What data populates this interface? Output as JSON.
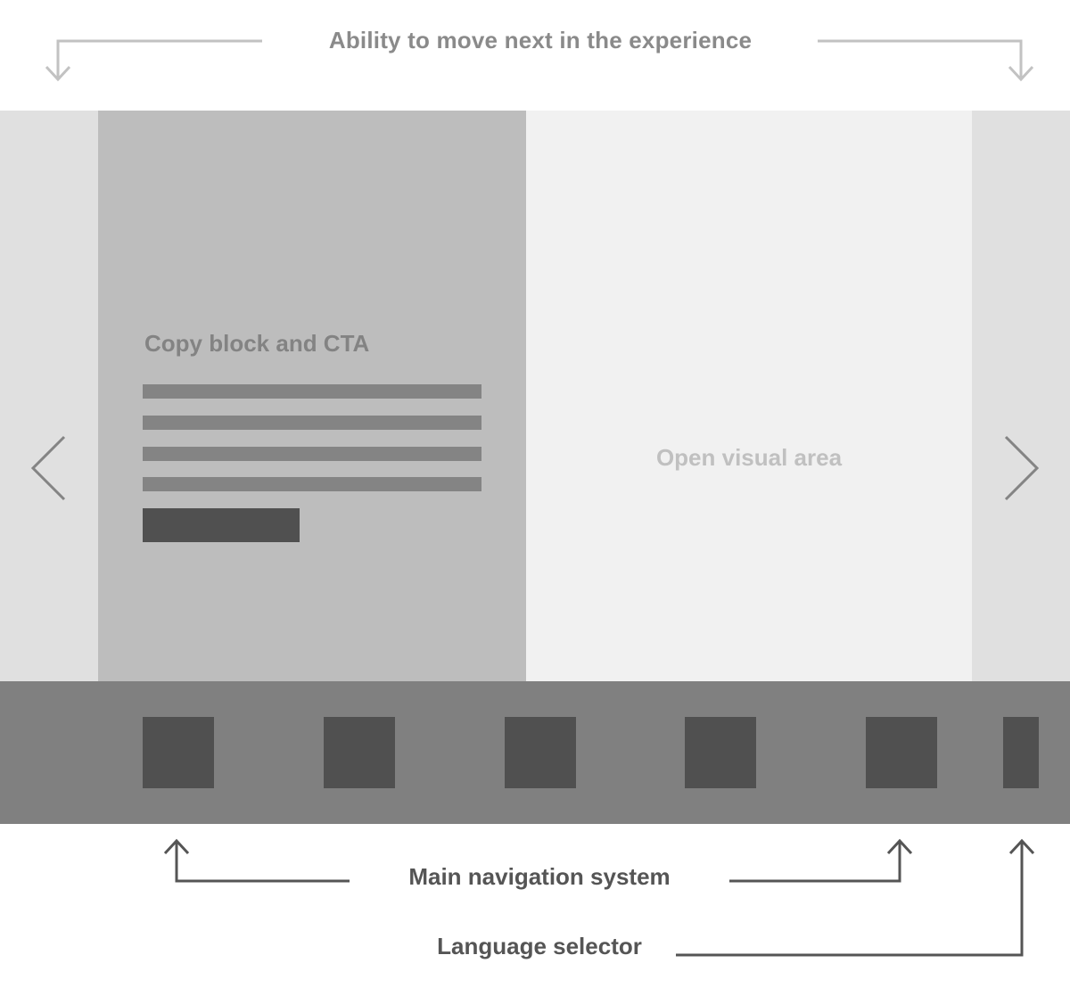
{
  "annotations": {
    "top": "Ability to move next in the experience",
    "navigation": "Main navigation system",
    "language": "Language selector"
  },
  "copy_block": {
    "title": "Copy block and CTA",
    "text_line_count": 4
  },
  "visual_area": {
    "label": "Open visual area"
  },
  "nav": {
    "item_count": 5
  },
  "icons": {
    "prev": "chevron-left-icon",
    "next": "chevron-right-icon"
  },
  "colors": {
    "stage_bg": "#e0e0e0",
    "copy_panel": "#bdbdbd",
    "visual_panel": "#f1f1f1",
    "nav_bar": "#808080",
    "dark_block": "#505050",
    "light_arrow": "#c2c2c2",
    "dark_arrow": "#555555"
  }
}
